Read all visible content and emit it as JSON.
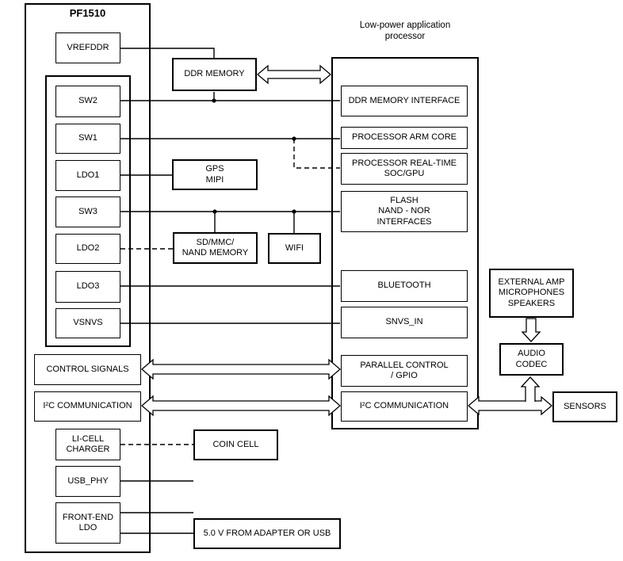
{
  "pmic": {
    "name": "PF1510",
    "vrefddr": "VREFDDR",
    "regulators": [
      "SW2",
      "SW1",
      "LDO1",
      "SW3",
      "LDO2",
      "LDO3",
      "VSNVS"
    ],
    "control_signals": "CONTROL SIGNALS",
    "i2c": "I²C COMMUNICATION",
    "li_cell_charger": "LI-CELL\nCHARGER",
    "usb_phy": "USB_PHY",
    "front_end_ldo": "FRONT-END\nLDO"
  },
  "processor": {
    "title": "Low-power application\nprocessor",
    "blocks": {
      "ddr_interface": "DDR MEMORY INTERFACE",
      "arm_core": "PROCESSOR ARM CORE",
      "realtime_soc_gpu": "PROCESSOR REAL-TIME\nSOC/GPU",
      "flash": "FLASH\nNAND - NOR\nINTERFACES",
      "bluetooth": "BLUETOOTH",
      "snvs_in": "SNVS_IN",
      "parallel_gpio": "PARALLEL CONTROL\n/ GPIO",
      "i2c": "I²C COMMUNICATION"
    }
  },
  "peripherals": {
    "ddr_memory": "DDR MEMORY",
    "gps_mipi": "GPS\nMIPI",
    "sd_mmc_nand": "SD/MMC/\nNAND MEMORY",
    "wifi": "WIFI",
    "coin_cell": "COIN CELL",
    "supply_5v": "5.0 V FROM ADAPTER OR USB"
  },
  "audio_chain": {
    "external_amp": "EXTERNAL AMP\nMICROPHONES\nSPEAKERS",
    "audio_codec": "AUDIO\nCODEC",
    "sensors": "SENSORS"
  },
  "colors": {
    "line": "#000000",
    "background": "#ffffff",
    "box_fill": "#ffffff",
    "text": "#000000"
  }
}
